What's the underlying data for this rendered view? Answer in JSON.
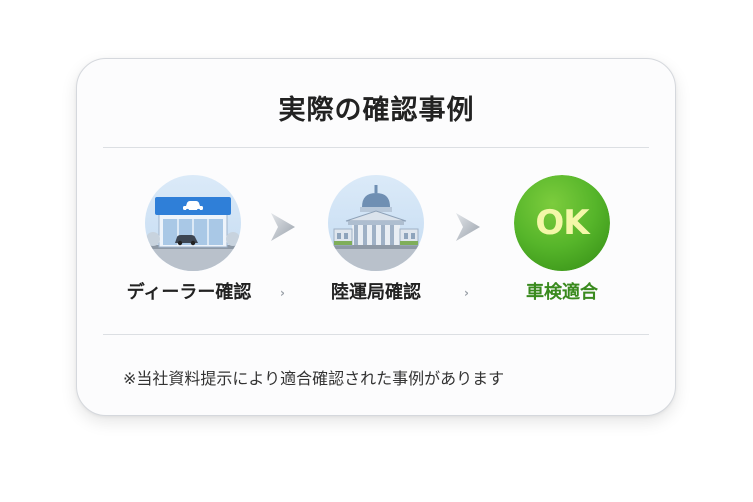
{
  "card": {
    "title": "実際の確認事例"
  },
  "steps": [
    {
      "label": "ディーラー確認",
      "icon": "car-dealership-icon"
    },
    {
      "label": "陸運局確認",
      "icon": "government-building-icon"
    },
    {
      "label": "車検適合",
      "icon": "ok-badge-icon",
      "badge_text": "OK"
    }
  ],
  "arrows": {
    "small_glyph": "›"
  },
  "note": "※当社資料提示により適合確認された事例があります",
  "colors": {
    "ok_green": "#56b52a",
    "ok_text": "#f4f7a8",
    "result_label": "#3a8a1e",
    "dealer_blue": "#2f7fd8"
  }
}
